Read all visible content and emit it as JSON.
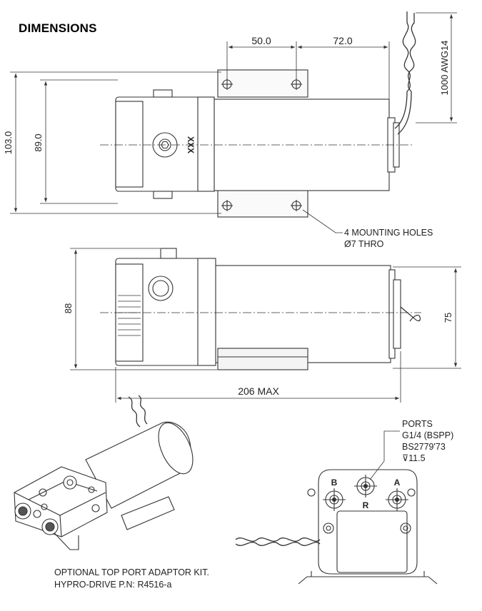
{
  "heading": "DIMENSIONS",
  "dimensions": {
    "hole_spacing_1": "50.0",
    "hole_spacing_2": "72.0",
    "lead_length": "1000 AWG14",
    "overall_height_top": "103.0",
    "mount_height": "89.0",
    "side_height": "88",
    "motor_diameter": "75",
    "overall_length": "206 MAX"
  },
  "labels": {
    "housing_mark": "XXX",
    "mounting_holes_line1": "4 MOUNTING HOLES",
    "mounting_holes_line2": "Ø7 THRO",
    "ports_line1": "PORTS",
    "ports_line2": "G1/4 (BSPP)",
    "ports_line3": "BS2779'73",
    "ports_line4": "⊽11.5",
    "port_b": "B",
    "port_a": "A",
    "port_r": "R"
  },
  "kit_note": {
    "line1": "OPTIONAL TOP PORT ADAPTOR KIT.",
    "line2": "HYPRO-DRIVE P.N: R4516-a"
  }
}
